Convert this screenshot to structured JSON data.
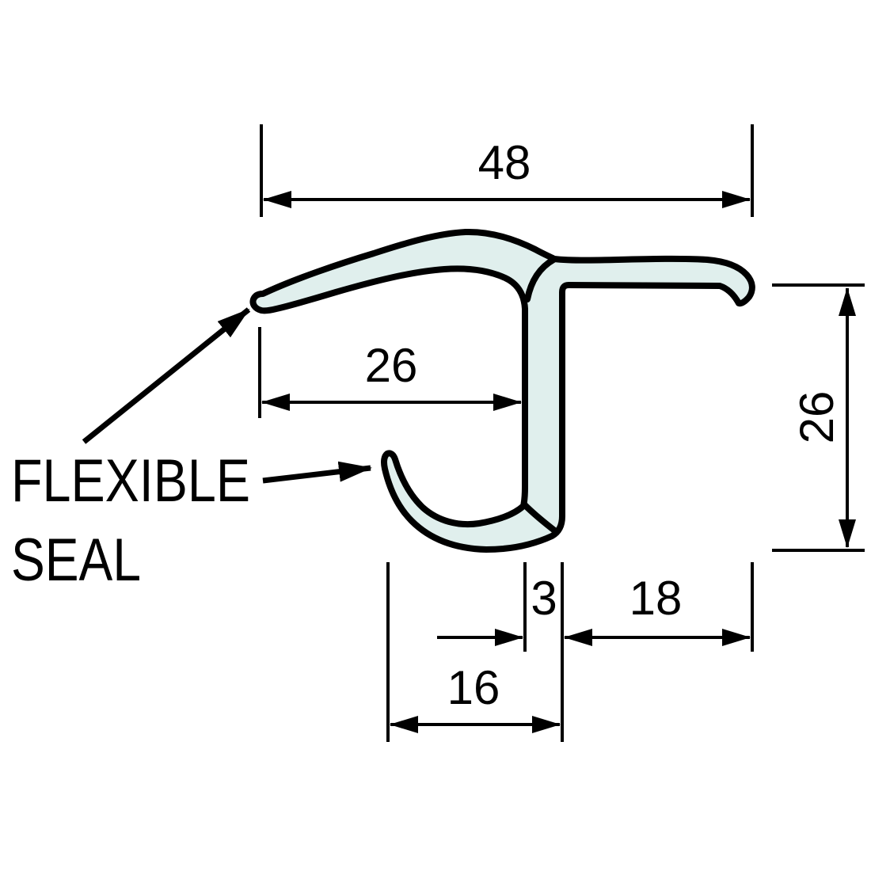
{
  "diagram": {
    "callout": {
      "line1": "FLEXIBLE",
      "line2": "SEAL"
    },
    "dimensions": {
      "overall_width": "48",
      "lip_to_stem": "26",
      "right_height": "26",
      "stem_thickness": "3",
      "flange_length": "18",
      "hook_width": "16"
    },
    "colors": {
      "outline": "#000000",
      "profile_fill": "#e0efed",
      "background": "#ffffff"
    }
  }
}
